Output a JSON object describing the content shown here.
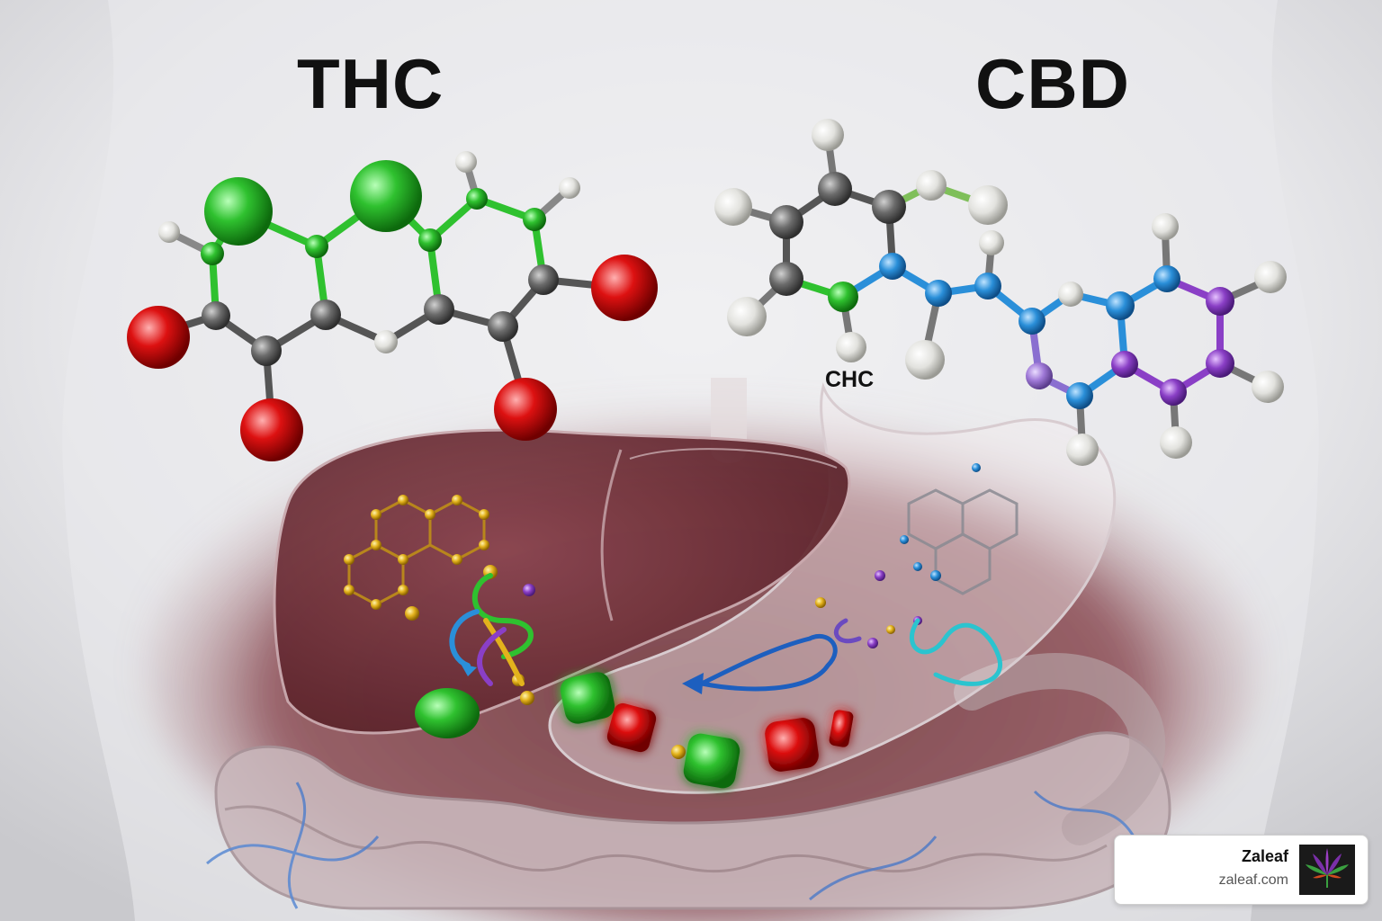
{
  "titles": {
    "left": "THC",
    "right": "CBD"
  },
  "molecule_label": "CHC",
  "badge": {
    "name": "Zaleaf",
    "url": "zaleaf.com",
    "logo_icon": "cannabis-leaf-icon"
  },
  "colors": {
    "background": "#ececee",
    "atom_green": "#2fc12f",
    "atom_red": "#dd1111",
    "atom_gray": "#6b6b6b",
    "atom_white": "#e6e6e2",
    "atom_blue": "#2a8fd9",
    "atom_purple": "#8a3fc6",
    "liver": "#6e3036",
    "gummy_green": "#33c24a",
    "gummy_red": "#e02020"
  }
}
